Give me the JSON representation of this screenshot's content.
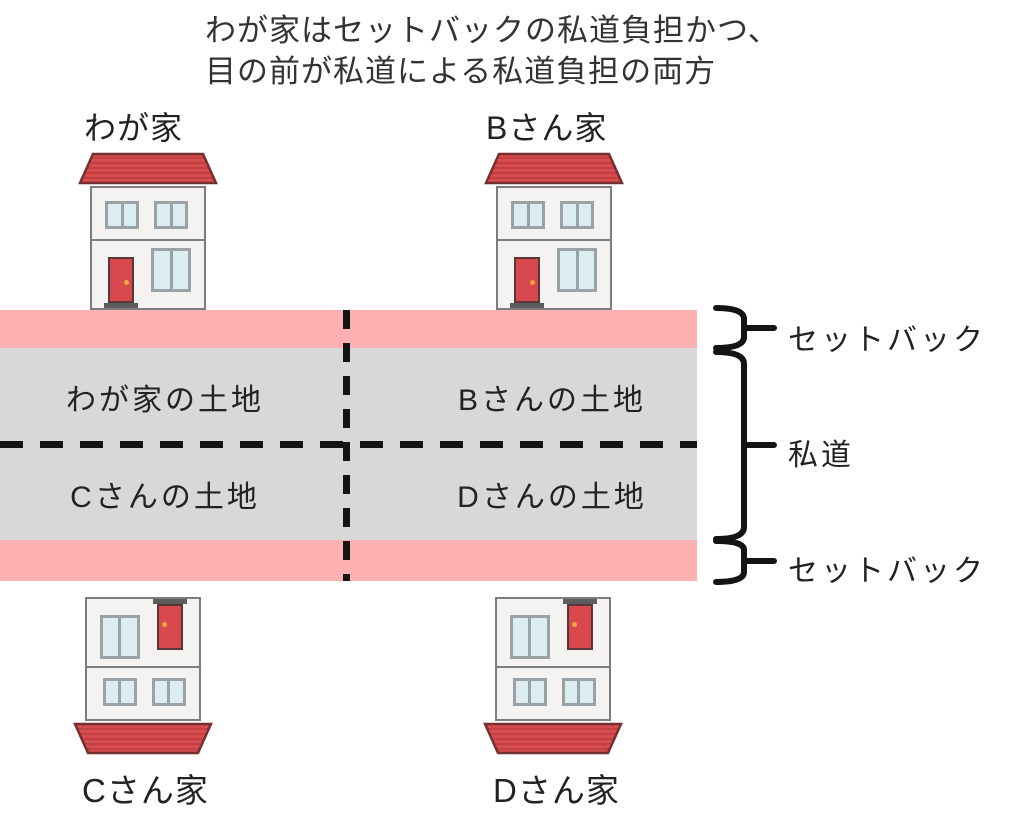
{
  "title": {
    "line1": "わが家はセットバックの私道負担かつ、",
    "line2": "目の前が私道による私道負担の両方"
  },
  "houses": [
    {
      "id": "wagaya",
      "label": "わが家"
    },
    {
      "id": "b",
      "label": "Bさん家"
    },
    {
      "id": "c",
      "label": "Cさん家"
    },
    {
      "id": "d",
      "label": "Dさん家"
    }
  ],
  "plots": [
    {
      "label": "わが家の土地"
    },
    {
      "label": "Bさんの土地"
    },
    {
      "label": "Cさんの土地"
    },
    {
      "label": "Dさんの土地"
    }
  ],
  "annotations": {
    "setback_top": "セットバック",
    "private_road": "私道",
    "setback_bottom": "セットバック"
  },
  "colors": {
    "setback_pink": "#ffb0b0",
    "road_gray": "#d8d8d8",
    "roof_red": "#d94c4e",
    "roof_stripe": "#c23f44",
    "roof_outline": "#742f31",
    "door_red": "#d9484c",
    "window_blue": "#dcedf2",
    "line_black": "#141414"
  }
}
